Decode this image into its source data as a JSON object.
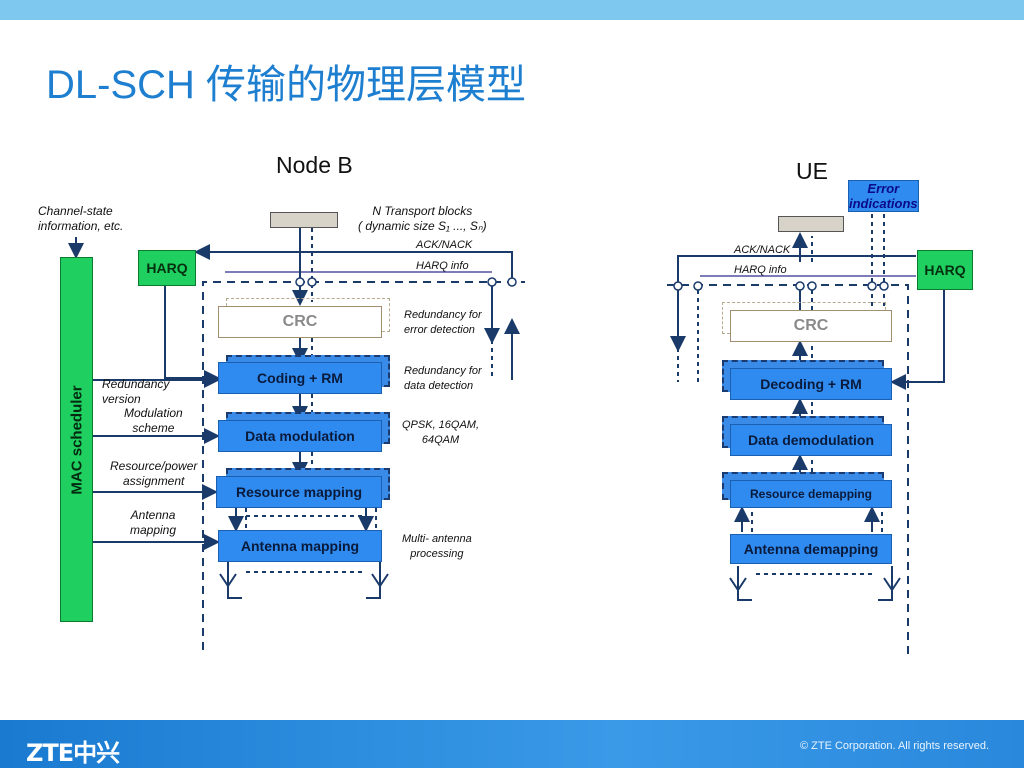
{
  "title": "DL-SCH 传输的物理层模型",
  "node_b": {
    "heading": "Node B",
    "mac_scheduler": "MAC scheduler",
    "harq": "HARQ",
    "crc": "CRC",
    "coding": "Coding + RM",
    "modulation": "Data modulation",
    "resource_mapping": "Resource mapping",
    "antenna_mapping": "Antenna mapping",
    "channel_state_1": "Channel-state",
    "channel_state_2": "information, etc.",
    "transport_blocks_1": "N Transport blocks",
    "transport_blocks_2": "( dynamic size S₁ ..., Sₙ)",
    "ack_nack": "ACK/NACK",
    "harq_info": "HARQ info",
    "redundancy_error_1": "Redundancy for",
    "redundancy_error_2": "error  detection",
    "redundancy_data_1": "Redundancy for",
    "redundancy_data_2": "data detection",
    "qpsk_1": "QPSK, 16QAM,",
    "qpsk_2": "64QAM",
    "multi_antenna_1": "Multi- antenna",
    "multi_antenna_2": "processing",
    "redundancy_version_1": "Redundancy",
    "redundancy_version_2": "version",
    "modulation_scheme_1": "Modulation",
    "modulation_scheme_2": "scheme",
    "resource_power_1": "Resource/power",
    "resource_power_2": "assignment",
    "antenna_mapping_lbl_1": "Antenna",
    "antenna_mapping_lbl_2": "mapping"
  },
  "ue": {
    "heading": "UE",
    "error_indications_1": "Error",
    "error_indications_2": "indications",
    "ack_nack": "ACK/NACK",
    "harq_info": "HARQ info",
    "harq": "HARQ",
    "crc": "CRC",
    "decoding": "Decoding + RM",
    "demodulation": "Data  demodulation",
    "resource_demapping": "Resource demapping",
    "antenna_demapping": "Antenna demapping"
  },
  "footer": {
    "logo": "ZTE中兴",
    "copyright": "© ZTE Corporation. All rights reserved."
  },
  "colors": {
    "block_blue": "#2f8bf0",
    "harq_green": "#1fcf5f",
    "title_blue": "#1e7fd0",
    "footer_blue": "#1a7ad0"
  }
}
